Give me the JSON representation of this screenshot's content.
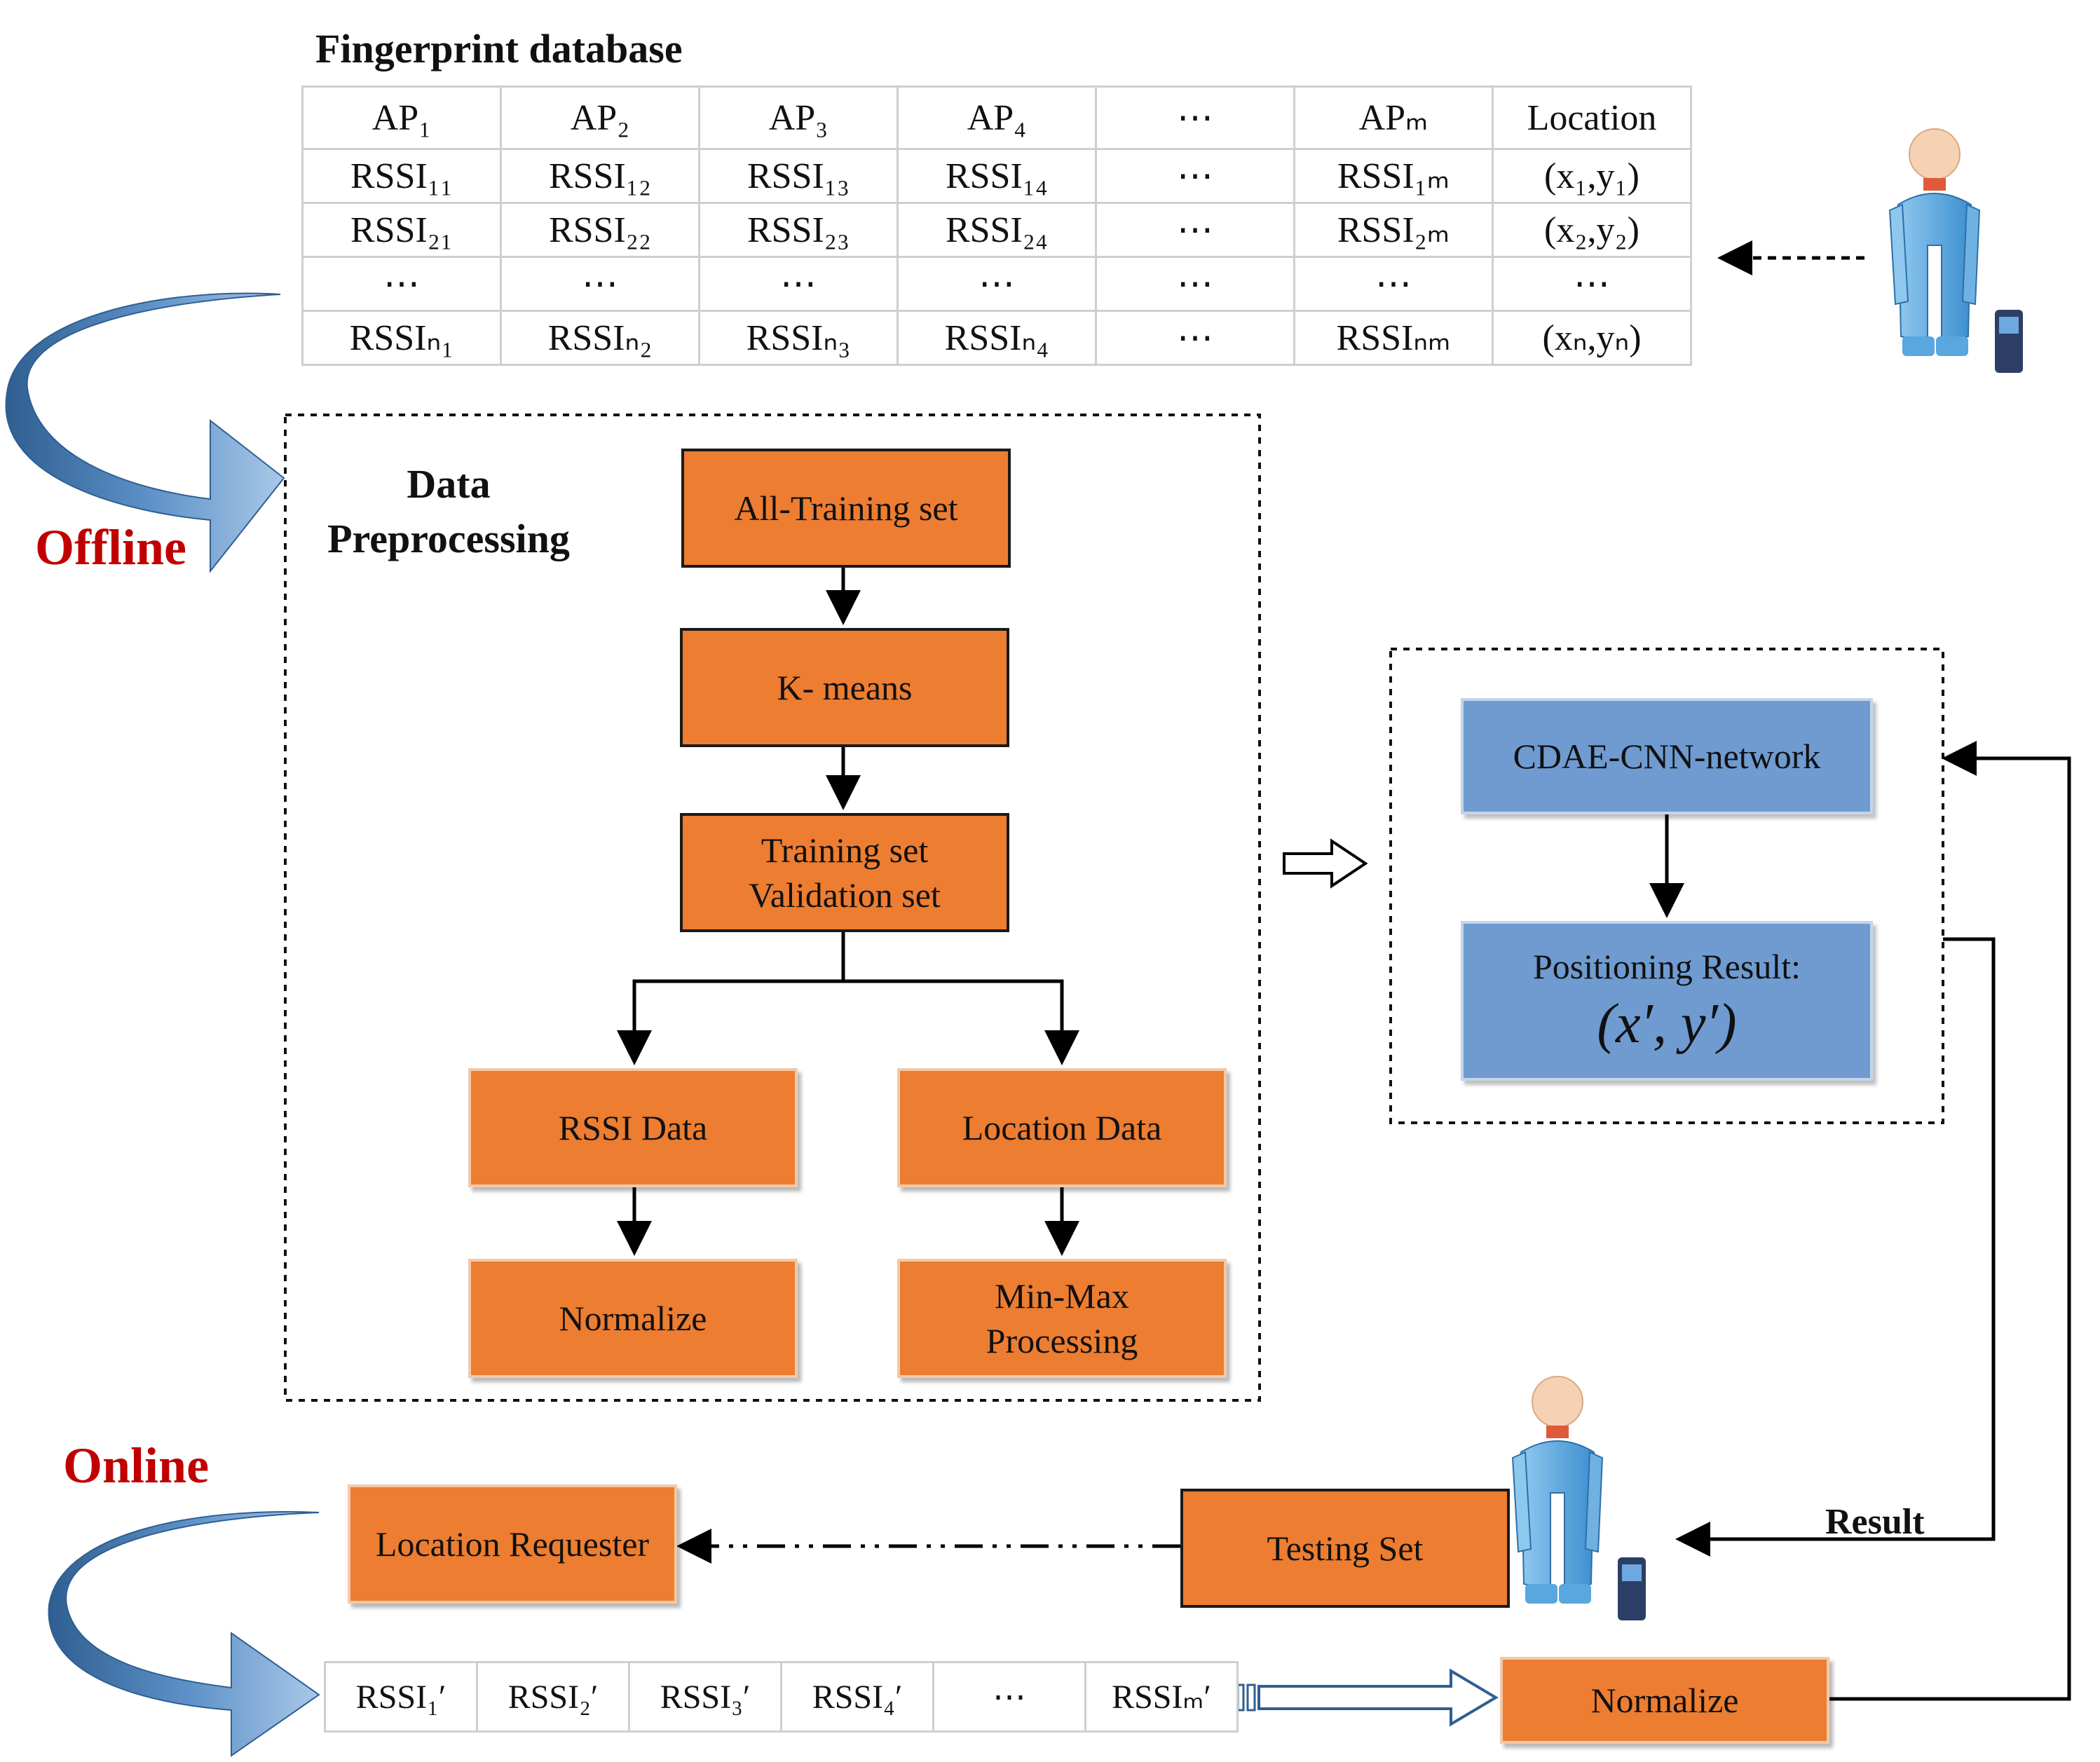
{
  "fingerprint_db": {
    "title": "Fingerprint database",
    "rows": [
      [
        "AP₁",
        "AP₂",
        "AP₃",
        "AP₄",
        "⋯",
        "APₘ",
        "Location"
      ],
      [
        "RSSI₁₁",
        "RSSI₁₂",
        "RSSI₁₃",
        "RSSI₁₄",
        "⋯",
        "RSSI₁ₘ",
        "(x₁,y₁)"
      ],
      [
        "RSSI₂₁",
        "RSSI₂₂",
        "RSSI₂₃",
        "RSSI₂₄",
        "⋯",
        "RSSI₂ₘ",
        "(x₂,y₂)"
      ],
      [
        "⋯",
        "⋯",
        "⋯",
        "⋯",
        "⋯",
        "⋯",
        "⋯"
      ],
      [
        "RSSIₙ₁",
        "RSSIₙ₂",
        "RSSIₙ₃",
        "RSSIₙ₄",
        "⋯",
        "RSSIₙₘ",
        "(xₙ,yₙ)"
      ]
    ]
  },
  "phases": {
    "offline": "Offline",
    "online": "Online"
  },
  "preprocessing": {
    "title": "Data Preprocessing",
    "all_training": "All-Training set",
    "kmeans": "K- means",
    "train_val": "Training set\nValidation set",
    "rssi_data": "RSSI Data",
    "location_data": "Location Data",
    "normalize": "Normalize",
    "minmax": "Min-Max\nProcessing"
  },
  "network": {
    "model": "CDAE-CNN-network",
    "result_label": "Positioning Result:",
    "result_formula": "(x′, y′)"
  },
  "online": {
    "location_requester": "Location Requester",
    "testing_set": "Testing Set",
    "normalize": "Normalize",
    "result": "Result",
    "sequence": [
      "RSSI₁′",
      "RSSI₂′",
      "RSSI₃′",
      "RSSI₄′",
      "⋯",
      "RSSIₘ′"
    ]
  },
  "colors": {
    "orange": "#ed7d31",
    "blue": "#6f9bd1",
    "red": "#c00000",
    "arrow_blue": "#4a7fb5"
  },
  "icons": [
    "person-with-phone-icon"
  ]
}
